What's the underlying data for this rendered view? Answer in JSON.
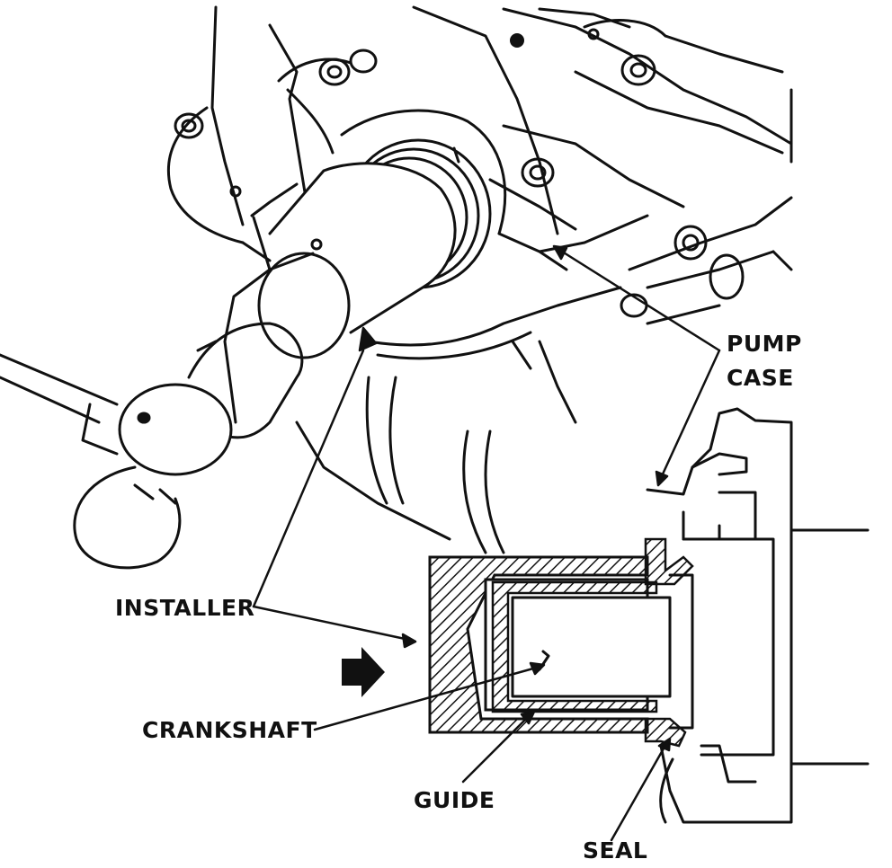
{
  "labels": {
    "pump_case_line1": "PUMP",
    "pump_case_line2": "CASE",
    "installer": "INSTALLER",
    "crankshaft": "CRANKSHAFT",
    "guide": "GUIDE",
    "seal": "SEAL"
  },
  "icons": {
    "arrow": "direction-arrow-icon",
    "hammer": "hammer-icon"
  },
  "colors": {
    "ink": "#111111",
    "paper": "#ffffff"
  }
}
